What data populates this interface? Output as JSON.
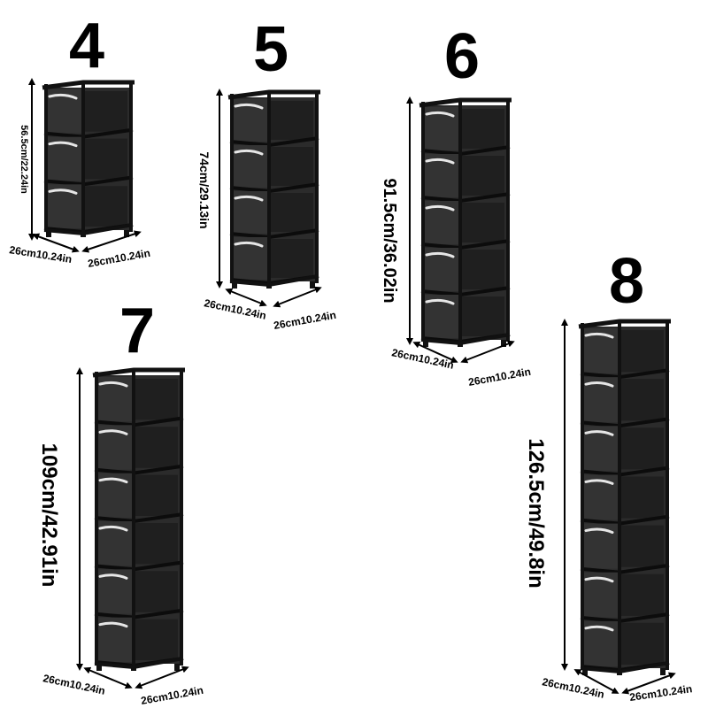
{
  "units": [
    {
      "count_label": "4",
      "height_label": "56.5cm/22.24in",
      "width_label": "26cm10.24in",
      "depth_label": "26cm10.24in",
      "tiers": 3
    },
    {
      "count_label": "5",
      "height_label": "74cm/29.13in",
      "width_label": "26cm10.24in",
      "depth_label": "26cm10.24in",
      "tiers": 4
    },
    {
      "count_label": "6",
      "height_label": "91.5cm/36.02in",
      "width_label": "26cm10.24in",
      "depth_label": "26cm10.24in",
      "tiers": 5
    },
    {
      "count_label": "7",
      "height_label": "109cm/42.91in",
      "width_label": "26cm10.24in",
      "depth_label": "26cm10.24in",
      "tiers": 6
    },
    {
      "count_label": "8",
      "height_label": "126.5cm/49.8in",
      "width_label": "26cm10.24in",
      "depth_label": "26cm10.24in",
      "tiers": 7
    }
  ],
  "colors": {
    "shelf_fabric": "#2b2b2b",
    "shelf_frame": "#111111",
    "text": "#000000",
    "background": "#ffffff"
  }
}
